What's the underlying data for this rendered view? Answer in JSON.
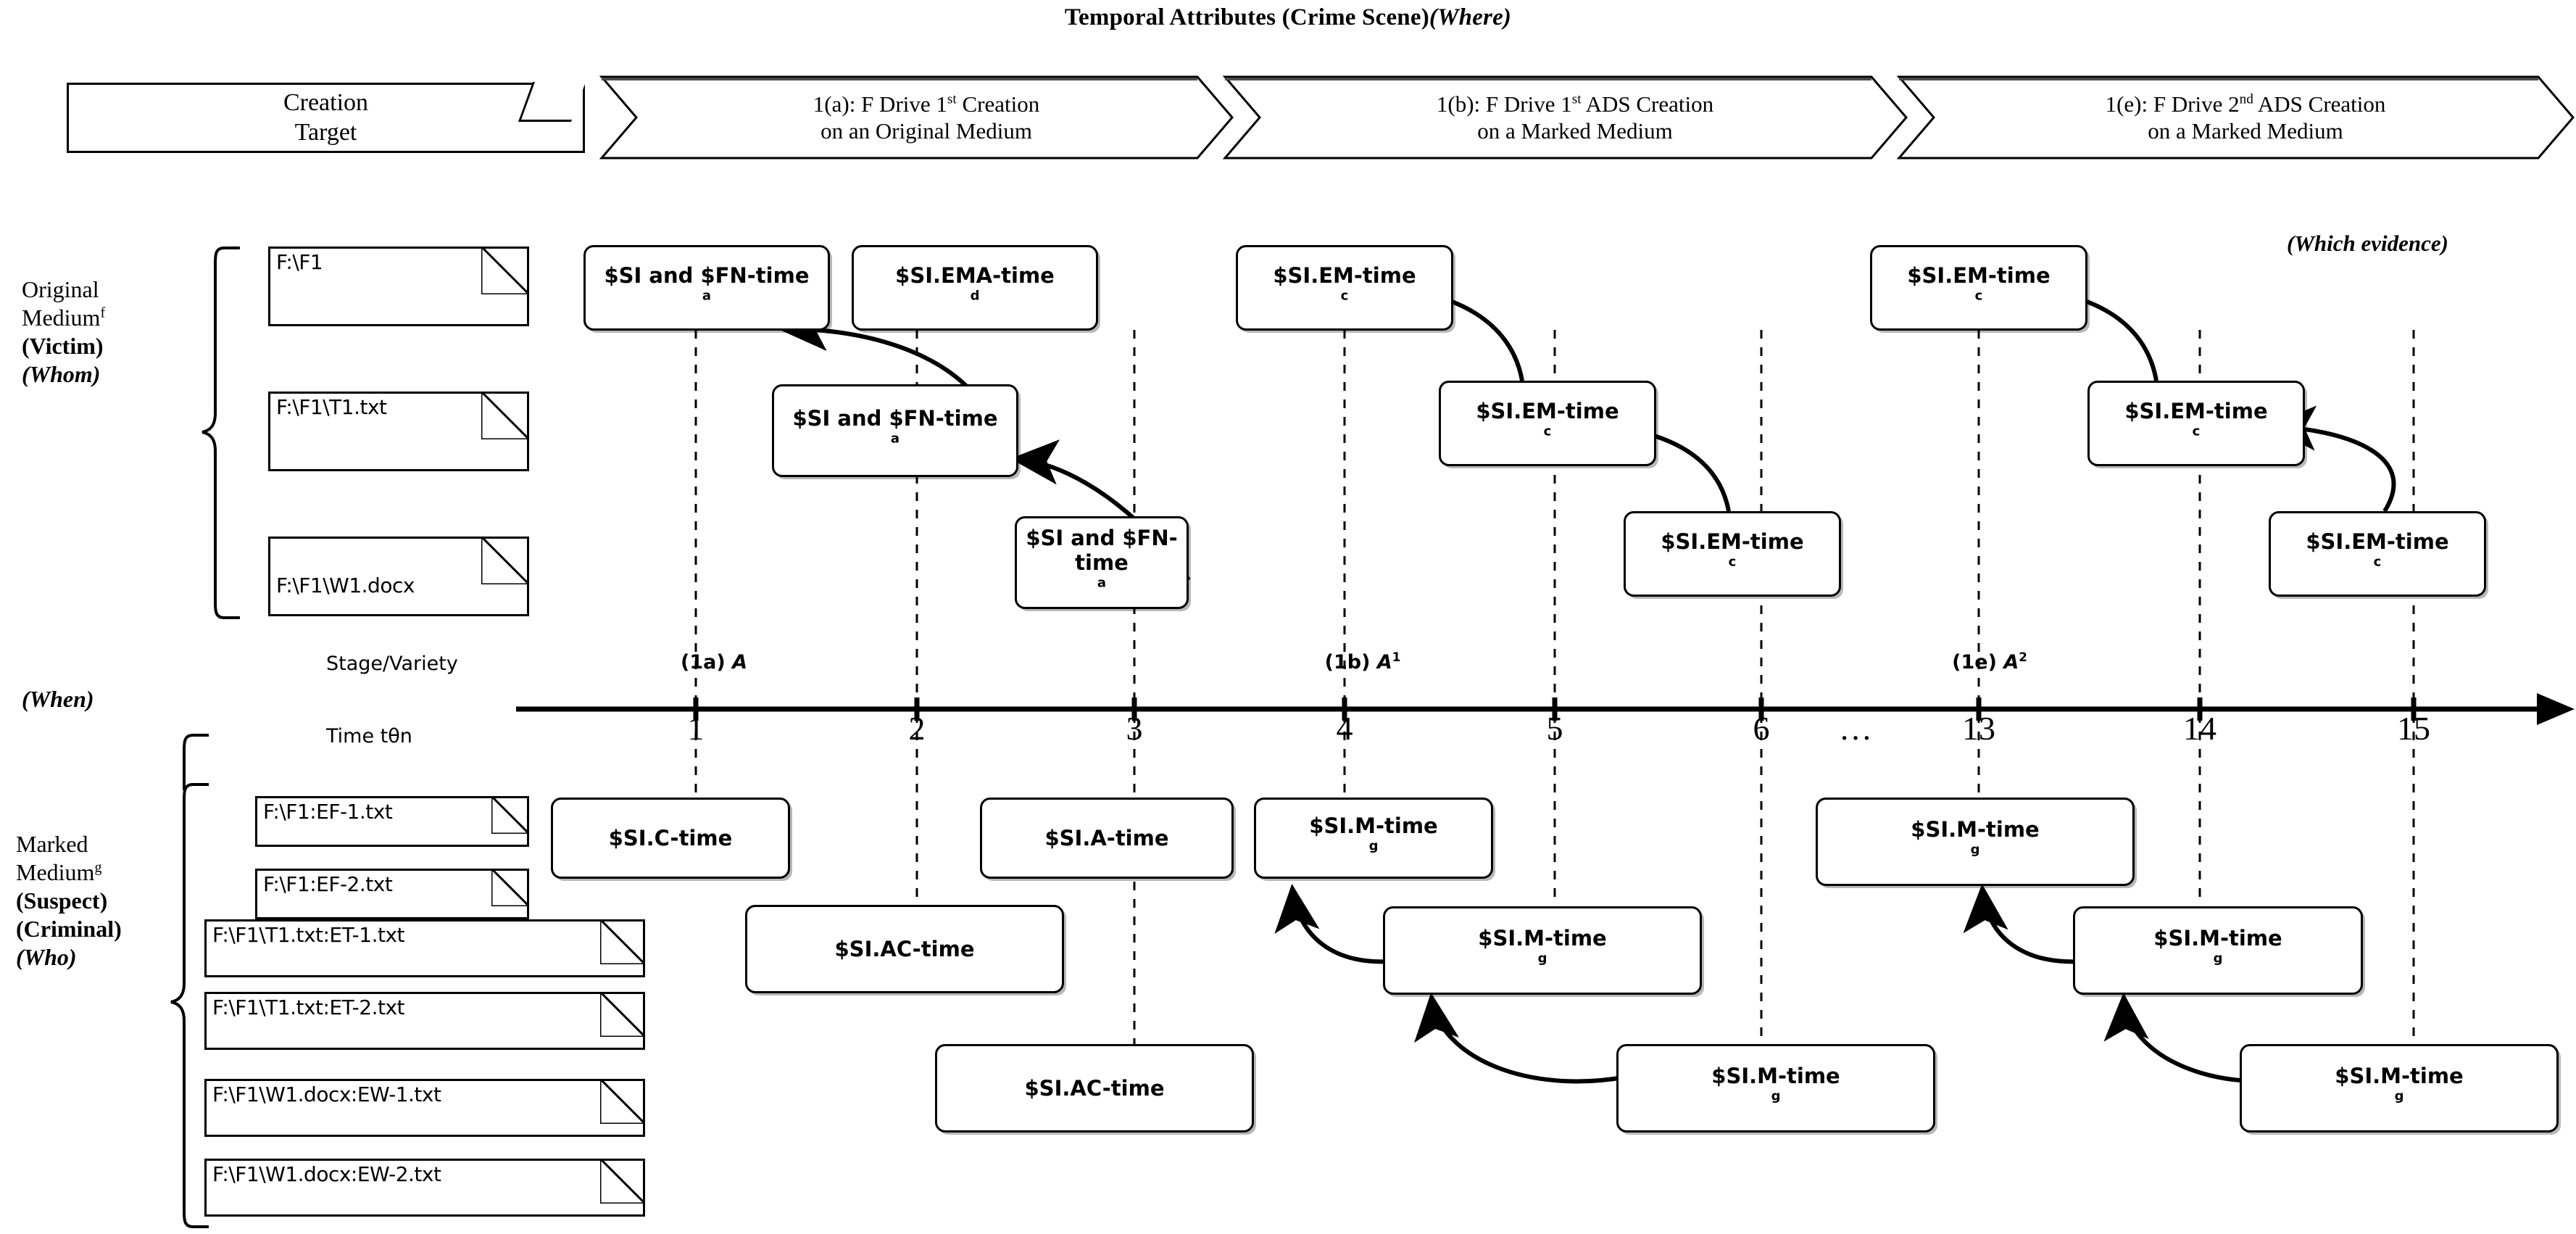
{
  "title": {
    "text_plain": "Temporal Attributes (Crime Scene)",
    "text_italic": "(Where)"
  },
  "creation_target": {
    "line1": "Creation",
    "line2": "Target"
  },
  "phases": [
    {
      "id": "1a",
      "line1": "1(a): F Drive 1st Creation",
      "line2": "on an Original Medium",
      "lead": "1(a): F Drive 1",
      "sup": "st",
      "tail": " Creation"
    },
    {
      "id": "1b",
      "line1": "1(b): F Drive 1st ADS Creation",
      "line2": "on a Marked Medium",
      "lead": "1(b): F Drive 1",
      "sup": "st",
      "tail": " ADS Creation"
    },
    {
      "id": "1e",
      "line1": "1(e): F Drive 2nd ADS Creation",
      "line2": "on a Marked Medium",
      "lead": "1(e): F Drive 2",
      "sup": "nd",
      "tail": " ADS Creation"
    }
  ],
  "groups": {
    "original": {
      "l1": "Original",
      "l2": "Medium",
      "l2sup": "f",
      "l3": "(Victim)",
      "l4": "(Whom)"
    },
    "marked": {
      "l1": "Marked",
      "l2": "Medium",
      "l2sup": "g",
      "l3": "(Suspect)",
      "l4": "(Criminal)",
      "l5": "(Who)"
    },
    "when": "(When)"
  },
  "original_files": [
    "F:\\F1",
    "F:\\F1\\T1.txt",
    "F:\\F1\\W1.docx"
  ],
  "marked_files": [
    "F:\\F1:EF-1.txt",
    "F:\\F1:EF-2.txt",
    "F:\\F1\\T1.txt:ET-1.txt",
    "F:\\F1\\T1.txt:ET-2.txt",
    "F:\\F1\\W1.docx:EW-1.txt",
    "F:\\F1\\W1.docx:EW-2.txt"
  ],
  "axis": {
    "stage_label": "Stage/Variety",
    "time_label": "Time tθn",
    "ticks": [
      "1",
      "2",
      "3",
      "4",
      "5",
      "6",
      "…",
      "13",
      "14",
      "15"
    ],
    "stage_markers": [
      {
        "text": "(1a) ",
        "ital": "A",
        "sup": "",
        "tick": "1"
      },
      {
        "text": "(1b) ",
        "ital": "A",
        "sup": "1",
        "tick": "4"
      },
      {
        "text": "(1e) ",
        "ital": "A",
        "sup": "2",
        "tick": "13"
      }
    ]
  },
  "which_evidence": "(Which evidence)",
  "upper_boxes": [
    {
      "id": "u1",
      "label": "$SI and $FN-time",
      "sup": "a",
      "tick": "1",
      "row": 1
    },
    {
      "id": "u2",
      "label": "$SI.EMA-time",
      "sup": "d",
      "tick": "2",
      "row": 1
    },
    {
      "id": "u3",
      "label": "$SI and $FN-time",
      "sup": "a",
      "tick": "2",
      "row": 2
    },
    {
      "id": "u4",
      "label": "$SI and $FN-time",
      "sup": "a",
      "tick": "3",
      "row": 3
    },
    {
      "id": "u5",
      "label": "$SI.EM-time",
      "sup": "c",
      "tick": "4",
      "row": 1
    },
    {
      "id": "u6",
      "label": "$SI.EM-time",
      "sup": "c",
      "tick": "5",
      "row": 2
    },
    {
      "id": "u7",
      "label": "$SI.EM-time",
      "sup": "c",
      "tick": "6",
      "row": 3
    },
    {
      "id": "u8",
      "label": "$SI.EM-time",
      "sup": "c",
      "tick": "13",
      "row": 1
    },
    {
      "id": "u9",
      "label": "$SI.EM-time",
      "sup": "c",
      "tick": "14",
      "row": 2
    },
    {
      "id": "u10",
      "label": "$SI.EM-time",
      "sup": "c",
      "tick": "15",
      "row": 3
    }
  ],
  "lower_boxes": [
    {
      "id": "l1",
      "label": "$SI.C-time",
      "sup": "",
      "tick": "1",
      "row": 1
    },
    {
      "id": "l2",
      "label": "$SI.AC-time",
      "sup": "",
      "tick": "2",
      "row": 2
    },
    {
      "id": "l3",
      "label": "$SI.A-time",
      "sup": "",
      "tick": "3",
      "row": 1
    },
    {
      "id": "l4",
      "label": "$SI.AC-time",
      "sup": "",
      "tick": "3",
      "row": 3
    },
    {
      "id": "l5",
      "label": "$SI.M-time",
      "sup": "g",
      "tick": "4",
      "row": 1
    },
    {
      "id": "l6",
      "label": "$SI.M-time",
      "sup": "g",
      "tick": "5",
      "row": 2
    },
    {
      "id": "l7",
      "label": "$SI.M-time",
      "sup": "g",
      "tick": "6",
      "row": 3
    },
    {
      "id": "l8",
      "label": "$SI.M-time",
      "sup": "g",
      "tick": "13",
      "row": 1
    },
    {
      "id": "l9",
      "label": "$SI.M-time",
      "sup": "g",
      "tick": "14",
      "row": 2
    },
    {
      "id": "l10",
      "label": "$SI.M-time",
      "sup": "g",
      "tick": "15",
      "row": 3
    }
  ],
  "colors": {
    "stroke": "#000000",
    "fill": "#ffffff",
    "shadow": "#8c8c8c"
  }
}
